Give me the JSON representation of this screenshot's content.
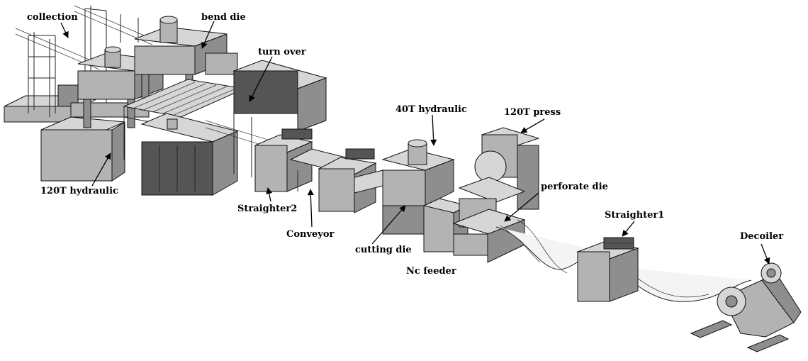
{
  "labels": {
    "collection": "collection",
    "bend_die": "bend die",
    "turn_over": "turn over",
    "hydraulic_40t": "40T hydraulic",
    "press_120t": "120T press",
    "perforate_die": "perforate die",
    "straighter1": "Straighter1",
    "decoiler": "Decoiler",
    "hydraulic_120t": "120T hydraulic",
    "straighter2": "Straighter2",
    "conveyor": "Conveyor",
    "cutting_die": "cutting die",
    "nc_feeder": "Nc feeder"
  }
}
